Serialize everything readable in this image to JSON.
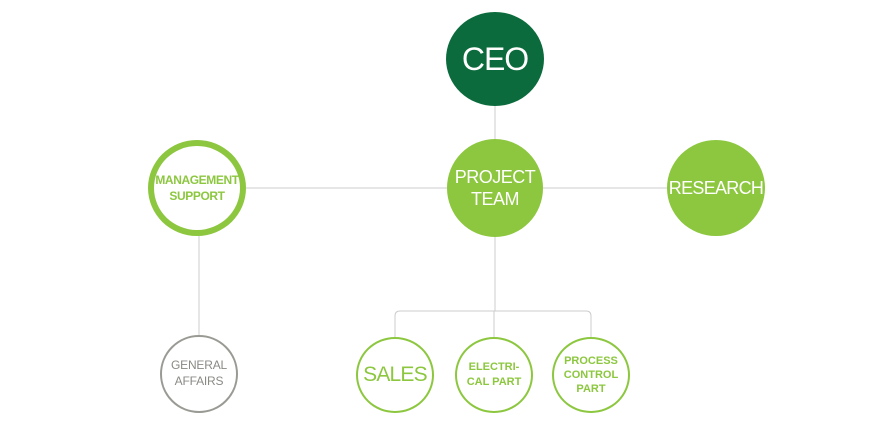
{
  "org_chart": {
    "ceo": {
      "label": "CEO"
    },
    "project_team": {
      "label": "PROJECT\nTEAM"
    },
    "research": {
      "label": "RESEARCH"
    },
    "management_support": {
      "label": "MANAGEMENT\nSUPPORT"
    },
    "general_affairs": {
      "label": "GENERAL\nAFFAIRS"
    },
    "sales": {
      "label": "SALES"
    },
    "electrical_part": {
      "label": "ELECTRI-\nCAL PART"
    },
    "process_control_part": {
      "label": "PROCESS\nCONTROL\nPART"
    }
  },
  "colors": {
    "dark_green": "#0c6b3c",
    "light_green": "#8cc73f",
    "gray": "#9a9a94",
    "connector": "#cccccc"
  }
}
